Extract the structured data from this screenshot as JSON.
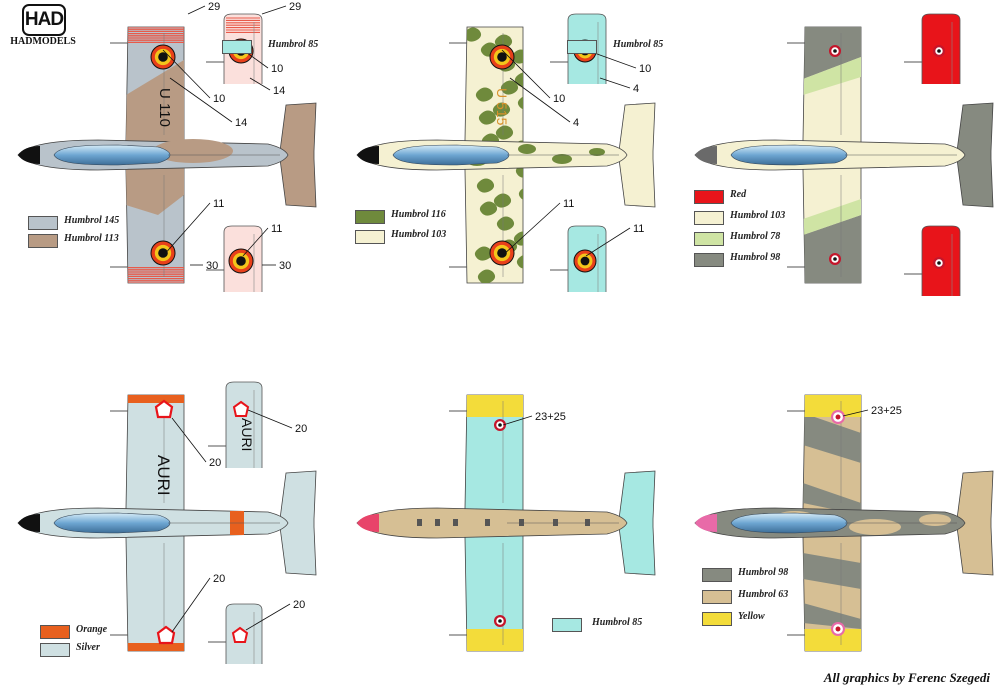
{
  "logo": {
    "mark": "HAD",
    "name": "HADMODELS"
  },
  "credit": "All graphics by Ferenc Szegedi",
  "colors": {
    "humbrol_145": "#b9c3cb",
    "humbrol_113": "#b89b84",
    "humbrol_85": "#a6e8e2",
    "humbrol_116": "#6f8a3c",
    "humbrol_103": "#f5f1d2",
    "red": "#e8141a",
    "humbrol_78": "#cfe4a4",
    "humbrol_98": "#868a80",
    "orange": "#e8601e",
    "silver": "#cfe0e2",
    "humbrol_63": "#d6bf94",
    "yellow": "#f3dc3a"
  },
  "schemes": [
    {
      "id": "A",
      "tail_code": "U 110",
      "callouts": [
        "29",
        "29",
        "10",
        "10",
        "14",
        "14",
        "11",
        "11",
        "30",
        "30"
      ],
      "legend": [
        {
          "label": "Humbrol 145",
          "color": "#b9c3cb"
        },
        {
          "label": "Humbrol 113",
          "color": "#b89b84"
        }
      ],
      "detail_legend": {
        "label": "Humbrol  85",
        "color": "#a6e8e2"
      }
    },
    {
      "id": "B",
      "tail_code": "U 515",
      "callouts": [
        "10",
        "10",
        "4",
        "4",
        "11",
        "11"
      ],
      "legend": [
        {
          "label": "Humbrol 116",
          "color": "#6f8a3c"
        },
        {
          "label": "Humbrol 103",
          "color": "#f5f1d2"
        }
      ],
      "detail_legend": {
        "label": "Humbrol  85",
        "color": "#a6e8e2"
      }
    },
    {
      "id": "C",
      "legend": [
        {
          "label": "Red",
          "color": "#e8141a"
        },
        {
          "label": "Humbrol 103",
          "color": "#f5f1d2"
        },
        {
          "label": "Humbrol 78",
          "color": "#cfe4a4"
        },
        {
          "label": "Humbrol 98",
          "color": "#868a80"
        }
      ]
    },
    {
      "id": "D",
      "wing_code": "AURI",
      "callouts": [
        "20",
        "20",
        "20",
        "20"
      ],
      "legend": [
        {
          "label": "Orange",
          "color": "#e8601e"
        },
        {
          "label": "Silver",
          "color": "#cfe0e2"
        }
      ]
    },
    {
      "id": "E",
      "callouts": [
        "23+25"
      ],
      "legend": [
        {
          "label": "Humbrol  85",
          "color": "#a6e8e2"
        }
      ]
    },
    {
      "id": "F",
      "callouts": [
        "23+25"
      ],
      "legend": [
        {
          "label": "Humbrol 98",
          "color": "#868a80"
        },
        {
          "label": "Humbrol 63",
          "color": "#d6bf94"
        },
        {
          "label": "Yellow",
          "color": "#f3dc3a"
        }
      ]
    }
  ]
}
